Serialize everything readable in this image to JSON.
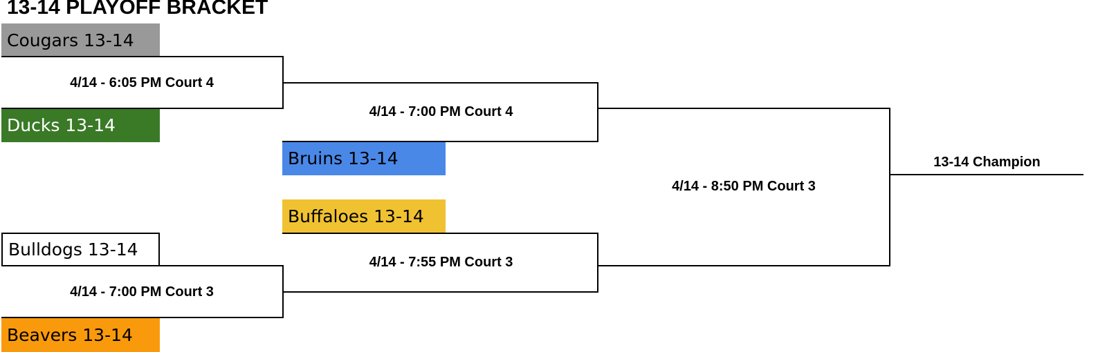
{
  "title": "13-14 PLAYOFF BRACKET",
  "teams": {
    "cougars": {
      "name": "Cougars 13-14",
      "color": "#999999"
    },
    "ducks": {
      "name": "Ducks 13-14",
      "color": "#3a7a27"
    },
    "bruins": {
      "name": "Bruins 13-14",
      "color": "#4a88e8"
    },
    "buffaloes": {
      "name": "Buffaloes 13-14",
      "color": "#f0c232"
    },
    "bulldogs": {
      "name": "Bulldogs 13-14",
      "color": "#ffffff"
    },
    "beavers": {
      "name": "Beavers 13-14",
      "color": "#f99a0c"
    }
  },
  "games": {
    "r1_top": "4/14 - 6:05 PM Court 4",
    "r1_bottom": "4/14 - 7:00 PM Court 3",
    "r2_top": "4/14 - 7:00 PM Court 4",
    "r2_bottom": "4/14 - 7:55 PM Court 3",
    "final": "4/14 - 8:50 PM Court 3"
  },
  "champion_label": "13-14 Champion"
}
